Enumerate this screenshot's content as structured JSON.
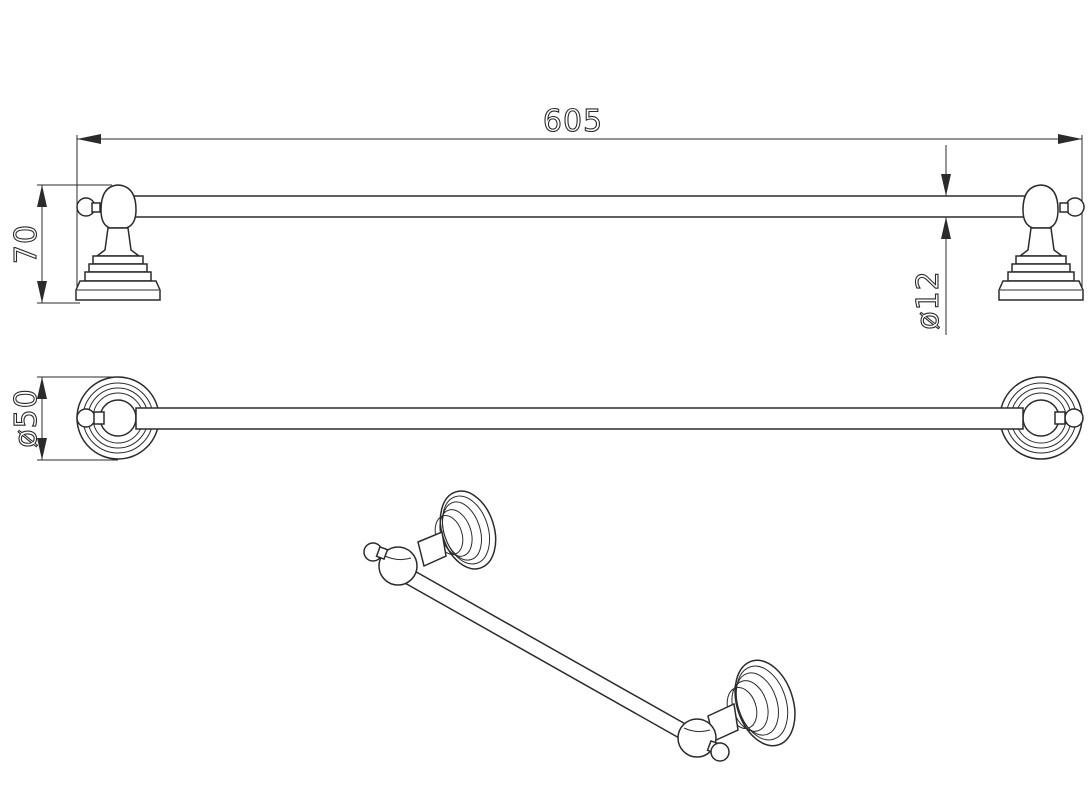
{
  "dimensions": {
    "overall_length": "605",
    "height": "70",
    "bar_diameter": "ø12",
    "base_diameter": "ø50"
  }
}
